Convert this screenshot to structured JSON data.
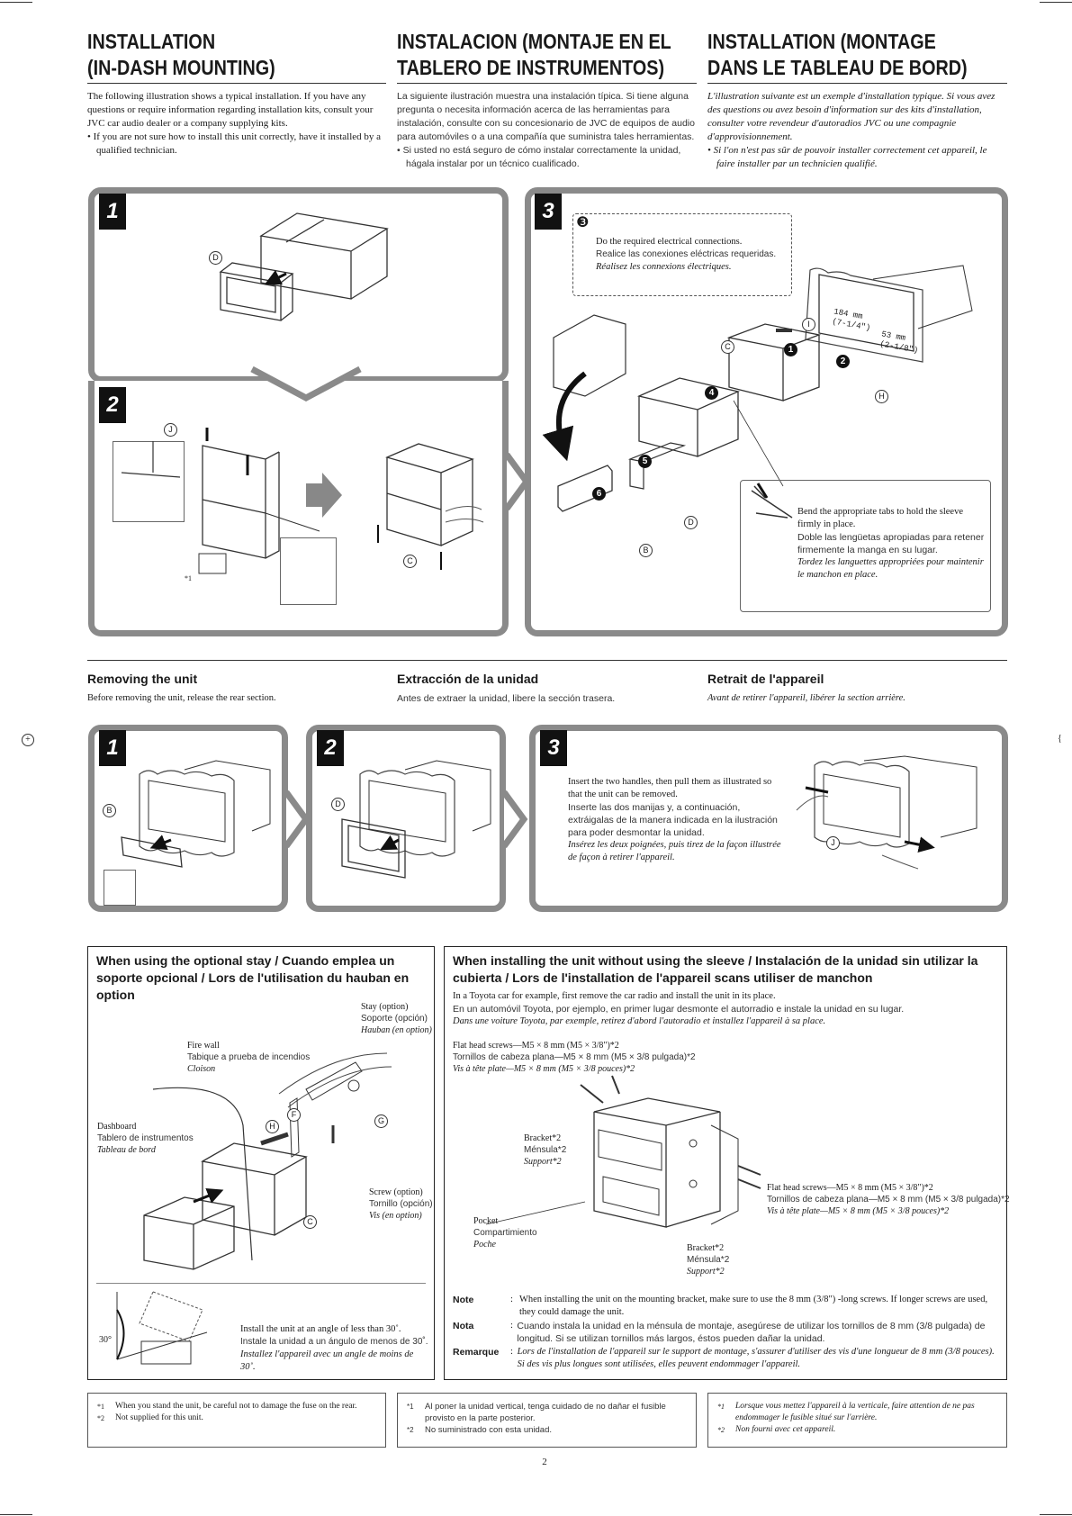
{
  "header": {
    "en_title_1": "INSTALLATION",
    "en_title_2": "(IN-DASH MOUNTING)",
    "es_title_1": "INSTALACION (MONTAJE EN EL",
    "es_title_2": "TABLERO DE INSTRUMENTOS)",
    "fr_title_1": "INSTALLATION (MONTAGE",
    "fr_title_2": "DANS LE TABLEAU DE BORD)"
  },
  "intro": {
    "en": "The following illustration shows a typical installation. If you have any questions or require information regarding installation kits, consult your JVC car audio dealer or a company supplying kits.",
    "en_bullet": "• If you are not sure how to install this unit correctly, have it installed by a qualified technician.",
    "es": "La siguiente ilustración muestra una instalación típica. Si tiene alguna pregunta o necesita información acerca de las herramientas para instalación, consulte con su concesionario de JVC de equipos de audio para automóviles o a una compañía que suministra tales herramientas.",
    "es_bullet": "• Si usted no está seguro de cómo instalar correctamente la unidad, hágala instalar por un técnico cualificado.",
    "fr": "L'illustration suivante est un exemple d'installation typique. Si vous avez des questions ou avez besoin d'information sur des kits d'installation, consulter votre revendeur d'autoradios JVC ou une compagnie d'approvisionnement.",
    "fr_bullet": "• Si l'on n'est pas sûr de pouvoir installer correctement cet appareil, le faire installer par un technicien qualifié."
  },
  "install": {
    "step1": "1",
    "step2": "2",
    "step3": "3",
    "label_d": "D",
    "label_j": "J",
    "label_c": "C",
    "label_c2": "C",
    "label_i": "I",
    "label_h": "H",
    "label_d2": "D",
    "label_b": "B",
    "star1": "*1",
    "callout3_num": "❸",
    "callout3_en": "Do the required electrical connections.",
    "callout3_es": "Realice las conexiones eléctricas requeridas.",
    "callout3_fr": "Réalisez les connexions électriques.",
    "n1": "1",
    "n2": "2",
    "n4": "4",
    "n5": "5",
    "n6": "6",
    "dim1": "184 mm",
    "dim1b": "(7-1/4\")",
    "dim2": "53 mm",
    "dim2b": "(2-1/8\")",
    "tabs_en": "Bend the appropriate tabs to hold the sleeve firmly in place.",
    "tabs_es": "Doble las lengüetas apropiadas para retener firmemente la manga en su lugar.",
    "tabs_fr": "Tordez les languettes appropriées pour maintenir le manchon en place."
  },
  "removing": {
    "en_title": "Removing the unit",
    "en_text": "Before removing the unit, release the rear section.",
    "es_title": "Extracción de la unidad",
    "es_text": "Antes de extraer la unidad, libere la sección trasera.",
    "fr_title": "Retrait de l'appareil",
    "fr_text": "Avant de retirer l'appareil, libérer la section arrière.",
    "step1": "1",
    "step2": "2",
    "step3": "3",
    "label_b": "B",
    "label_d": "D",
    "label_j": "J",
    "handles_en": "Insert the two handles, then pull them as illustrated so that the unit can be removed.",
    "handles_es": "Inserte las dos manijas y, a continuación, extráigalas de la manera indicada en la ilustración para poder desmontar la unidad.",
    "handles_fr": "Insérez les deux poignées, puis tirez de la façon illustrée de façon à retirer l'appareil."
  },
  "stay": {
    "title": "When using the optional stay / Cuando emplea un soporte opcional / Lors de l'utilisation du hauban en option",
    "stay_en": "Stay (option)",
    "stay_es": "Soporte (opción)",
    "stay_fr": "Hauban (en option)",
    "fire_en": "Fire wall",
    "fire_es": "Tabique a prueba de incendios",
    "fire_fr": "Cloison",
    "dash_en": "Dashboard",
    "dash_es": "Tablero de instrumentos",
    "dash_fr": "Tableau de bord",
    "screw_en": "Screw (option)",
    "screw_es": "Tornillo (opción)",
    "screw_fr": "Vis (en option)",
    "lbl_h": "H",
    "lbl_f": "F",
    "lbl_g": "G",
    "lbl_c": "C",
    "angle": "30°",
    "angle_en": "Install the unit at an angle of less than 30˚.",
    "angle_es": "Instale la unidad a un ángulo de menos de 30˚.",
    "angle_fr": "Installez l'appareil avec un angle de moins de 30˚."
  },
  "sleeve": {
    "title": "When installing the unit without using the sleeve / Instalación de la unidad sin utilizar la cubierta / Lors de l'installation de l'appareil scans utiliser de manchon",
    "intro_en": "In a Toyota car for example, first remove the car radio and install the unit in its place.",
    "intro_es": "En un automóvil Toyota, por ejemplo, en primer lugar desmonte el autorradio e instale la unidad en su lugar.",
    "intro_fr": "Dans une voiture Toyota, par exemple, retirez d'abord l'autoradio et installez l'appareil à sa place.",
    "flat_en": "Flat head screws—M5 × 8 mm (M5 × 3/8\")*2",
    "flat_es": "Tornillos de cabeza plana—M5 × 8 mm (M5 × 3/8 pulgada)*2",
    "flat_fr": "Vis à tête plate—M5 × 8 mm (M5 × 3/8 pouces)*2",
    "bracket_en": "Bracket*2",
    "bracket_es": "Ménsula*2",
    "bracket_fr": "Support*2",
    "pocket_en": "Pocket",
    "pocket_es": "Compartimiento",
    "pocket_fr": "Poche",
    "note_k": "Note",
    "note_v": "When installing the unit on the mounting bracket, make sure to use the 8 mm (3/8\") -long screws. If longer screws are used, they could damage the unit.",
    "nota_k": "Nota",
    "nota_v": "Cuando instala la unidad en la ménsula de montaje, asegúrese de utilizar los tornillos de 8 mm (3/8 pulgada) de longitud. Si se utilizan tornillos más largos, éstos pueden dañar la unidad.",
    "rem_k": "Remarque",
    "rem_v": "Lors de l'installation de l'appareil sur le support de montage, s'assurer d'utiliser des vis d'une longueur de 8 mm (3/8 pouces). Si des vis plus longues sont utilisées, elles peuvent endommager l'appareil.",
    "colon": ":"
  },
  "footnotes": {
    "m1": "*1",
    "m2": "*2",
    "en1": "When you stand the unit, be careful not to damage the fuse on the rear.",
    "en2": "Not supplied for this unit.",
    "es1": "Al poner la unidad vertical, tenga cuidado de no dañar el fusible provisto en la parte posterior.",
    "es2": "No suministrado con esta unidad.",
    "fr1": "Lorsque vous mettez l'appareil à la verticale, faire attention de ne pas endommager le fusible situé sur l'arrière.",
    "fr2": "Non fourni avec cet appareil."
  },
  "page_number": "2",
  "colors": {
    "panel_border": "#8a8a8a",
    "text": "#1a1a1a"
  }
}
